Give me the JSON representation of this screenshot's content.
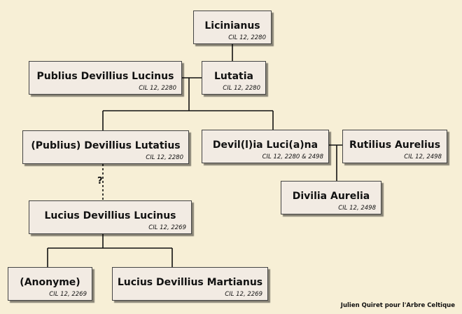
{
  "persons": {
    "licinianus": {
      "name": "Licinianus",
      "ref": "CIL 12, 2280"
    },
    "publius_devillius_lucinus": {
      "name": "Publius Devillius Lucinus",
      "ref": "CIL 12, 2280"
    },
    "lutatia": {
      "name": "Lutatia",
      "ref": "CIL 12, 2280"
    },
    "publius_devillius_lutatius": {
      "name": "(Publius) Devillius Lutatius",
      "ref": "CIL 12, 2280"
    },
    "devillia_luciana": {
      "name": "Devil(l)ia Luci(a)na",
      "ref": "CIL 12, 2280 & 2498"
    },
    "rutilius_aurelius": {
      "name": "Rutilius Aurelius",
      "ref": "CIL 12, 2498"
    },
    "divilia_aurelia": {
      "name": "Divilia Aurelia",
      "ref": "CIL 12, 2498"
    },
    "lucius_devillius_lucinus": {
      "name": "Lucius Devillius Lucinus",
      "ref": "CIL 12, 2269"
    },
    "anonyme": {
      "name": "(Anonyme)",
      "ref": "CIL 12, 2269"
    },
    "lucius_devillius_martianus": {
      "name": "Lucius Devillius Martianus",
      "ref": "CIL 12, 2269"
    }
  },
  "uncertain_marker": "?",
  "credit": "Julien Quiret pour l'Arbre Celtique",
  "colors": {
    "background": "#f7efd6",
    "box_fill": "#f2ebe3",
    "line": "#111111"
  }
}
